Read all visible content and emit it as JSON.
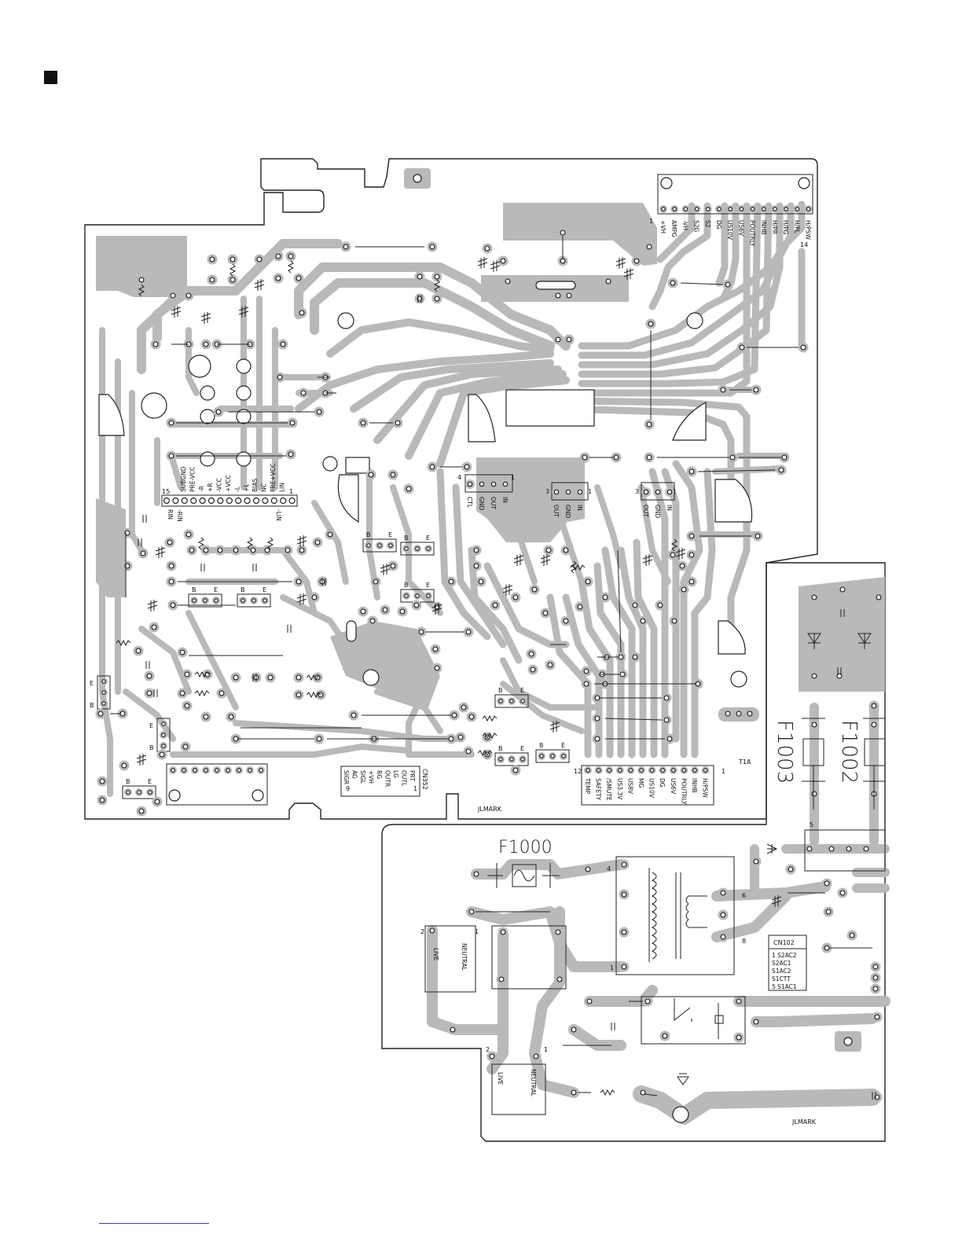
{
  "labels": {
    "fuse_main": "F1000",
    "fuse_a": "F1003",
    "fuse_b": "F1002",
    "marker_1": "JLMARK",
    "marker_2": "JLMARK",
    "t1a": "T1A",
    "cn102_title": "CN102"
  },
  "top_connector": {
    "pins": [
      "+VH",
      "AMPG",
      "-VH",
      "S2G",
      "S2",
      "DG",
      "US10V",
      "US6V",
      "POUTRLY",
      "INHB",
      "H/PR",
      "H/PG",
      "H/PL",
      "H/PSW"
    ],
    "pin_first": "1",
    "pin_last": "14"
  },
  "preamp_connector": {
    "top_row": [
      "SUBGND",
      "PRE-VCC",
      "-R",
      "+R",
      "-VCC",
      "+VCC",
      "-L",
      "+L",
      "BIAS",
      "NC",
      "PRE+VCC",
      "LIN"
    ],
    "bottom_row": [
      "RIN",
      "-RIN",
      "-LIN"
    ],
    "pin_first": "15",
    "pin_last": "1"
  },
  "regulator_left": {
    "pins": [
      "CTL",
      "GND",
      "OUT",
      "IN"
    ],
    "n_left": "4",
    "n_right": "1"
  },
  "regulator_mid": {
    "pins": [
      "OUT",
      "GND",
      "IN"
    ],
    "n_left": "3",
    "n_right": "1"
  },
  "regulator_right": {
    "pins": [
      "OUT",
      "GND",
      "IN"
    ],
    "n_left": "3",
    "n_right": "1"
  },
  "transistor_pins": {
    "b": "B",
    "e": "E"
  },
  "cn352": {
    "title": "CN352",
    "pins": [
      "PRT",
      "OUTL",
      "LG",
      "OUTR",
      "RG",
      "+VH",
      "SIGL",
      "AG",
      "SIGR"
    ],
    "n_first": "1",
    "n_last": "9"
  },
  "bottom_connector": {
    "pins": [
      "TEMP",
      "SAFETY",
      "/SMUTE",
      "US3.3V",
      "US8V",
      "MG",
      "US10V",
      "DG",
      "US6V",
      "POUTRLY",
      "INHB",
      "H/PSW"
    ],
    "n_first": "12",
    "n_last": "1"
  },
  "power_section": {
    "live": "LIVE",
    "neutral": "NEUTRAL",
    "n2": "2",
    "n1": "1",
    "tr_pins": [
      "4",
      "1",
      "6",
      "8"
    ],
    "cn102_rows": [
      "1 S2AC2",
      "S2AC1",
      "S1AC2",
      "S1CTT",
      "5 S1AC1"
    ],
    "pin5": "5"
  },
  "colors": {
    "trace": "#b9b9b9",
    "outline": "#222222",
    "link": "#2a3fbf"
  }
}
